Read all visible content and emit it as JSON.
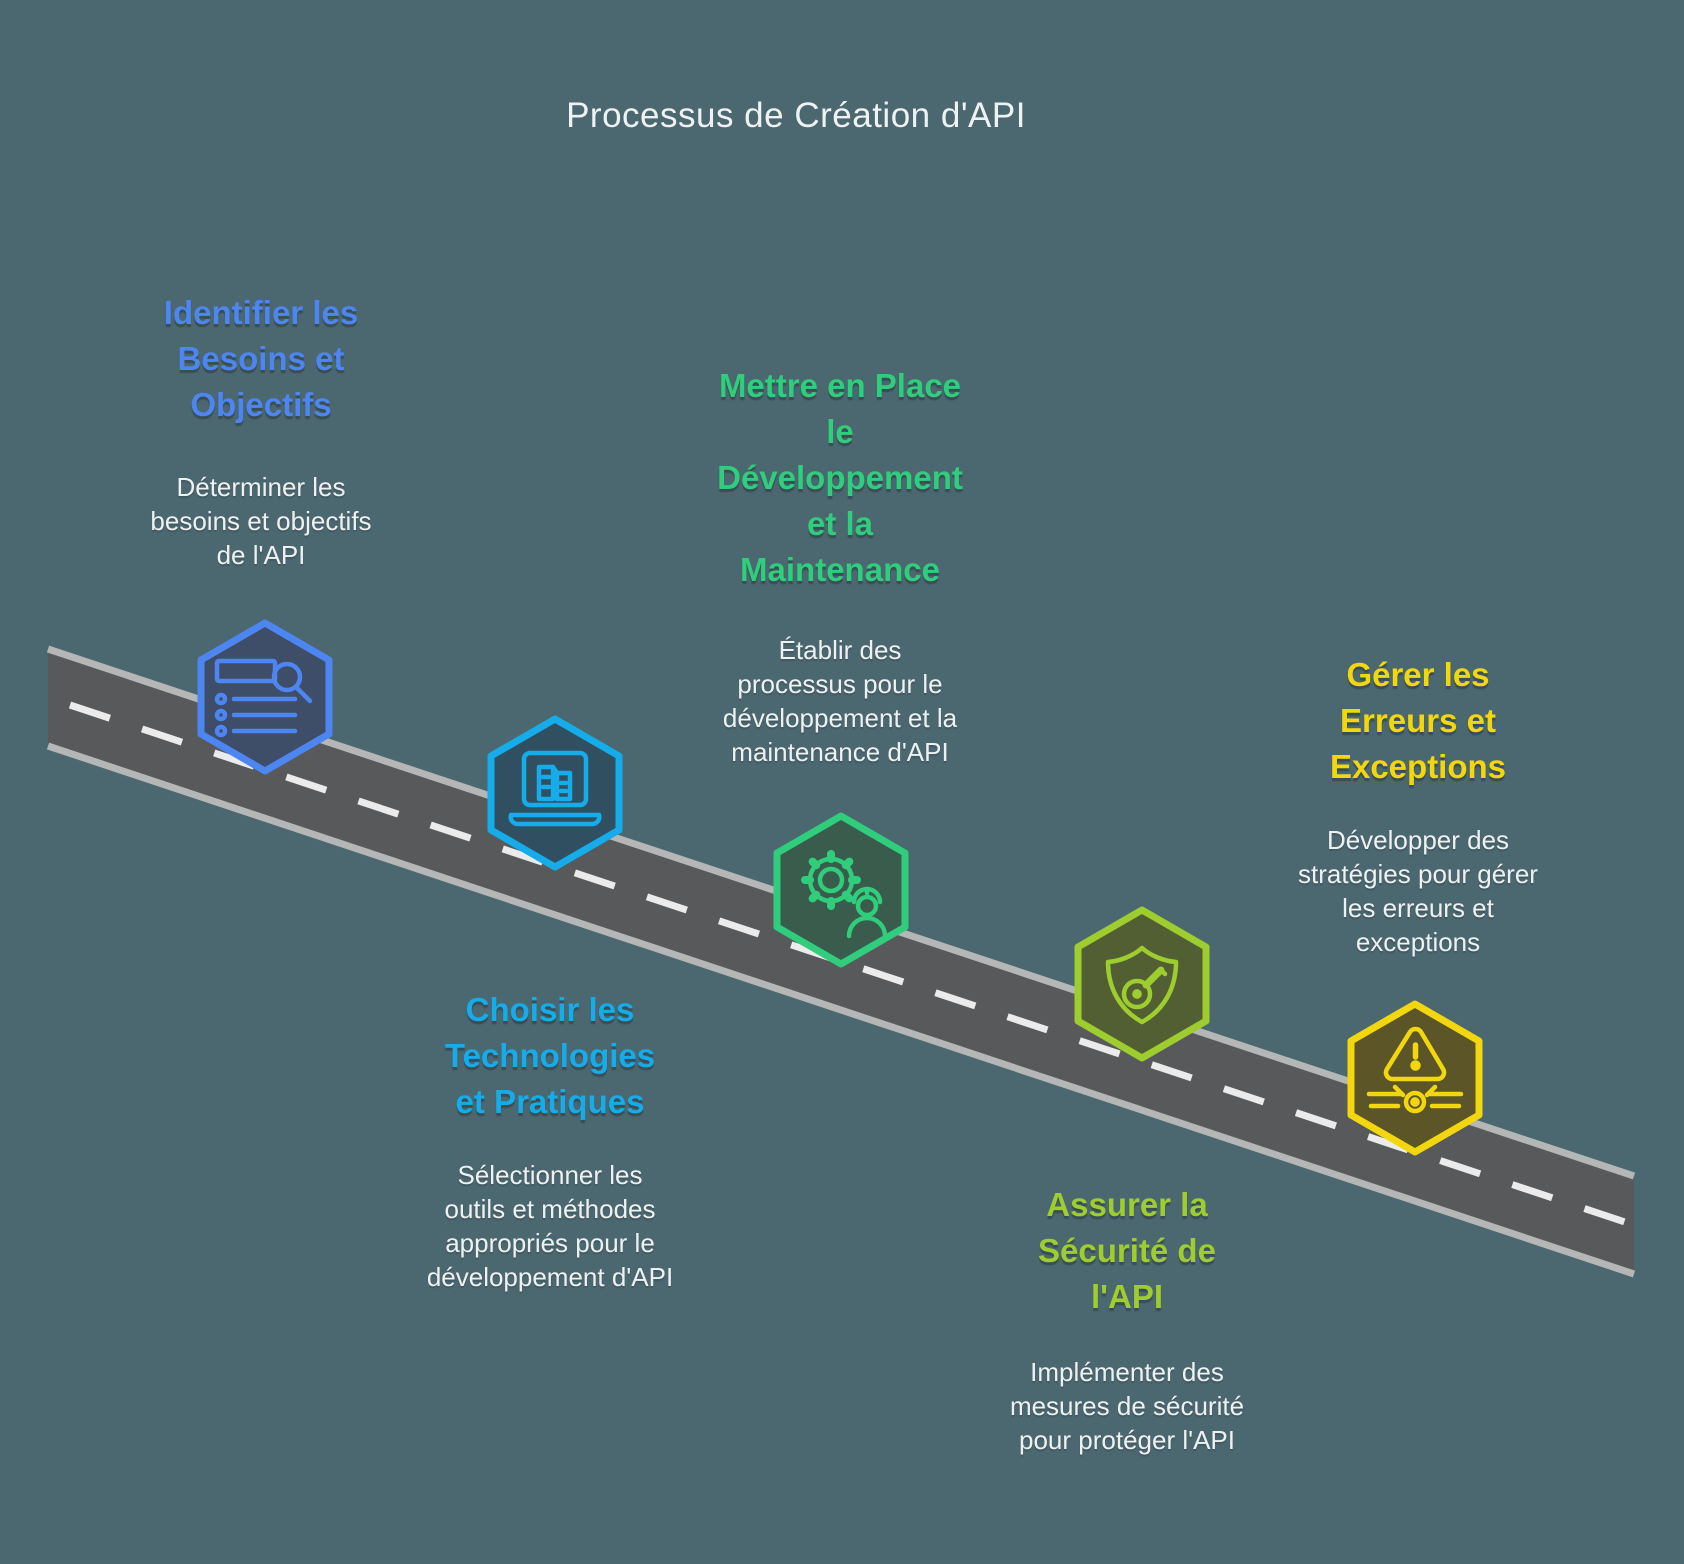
{
  "title": "Processus de Création d'API",
  "colors": {
    "background": "#4b6770",
    "road_fill": "#58595b",
    "road_edge": "#b5b6b6",
    "road_dash": "#ebebeb",
    "text_light": "#eef1f1",
    "step1_accent": "#4d86f0",
    "step2_accent": "#16abe9",
    "step3_accent": "#2fcd7c",
    "step4_accent": "#9ecd2f",
    "step5_accent": "#f3d70e"
  },
  "steps": [
    {
      "heading": "Identifier les\nBesoins et\nObjectifs",
      "description": "Déterminer les\nbesoins et objectifs\nde l'API",
      "color": "#4d86f0",
      "icon": "search-list-icon"
    },
    {
      "heading": "Choisir les\nTechnologies\net Pratiques",
      "description": "Sélectionner les\noutils et méthodes\nappropriés pour le\ndéveloppement d'API",
      "color": "#16abe9",
      "icon": "laptop-docs-icon"
    },
    {
      "heading": "Mettre en Place\nle\nDéveloppement\net la\nMaintenance",
      "description": "Établir des\nprocessus pour le\ndéveloppement et la\nmaintenance d'API",
      "color": "#2fcd7c",
      "icon": "gear-engineer-icon"
    },
    {
      "heading": "Assurer la\nSécurité de\nl'API",
      "description": "Implémenter des\nmesures de sécurité\npour protéger l'API",
      "color": "#9ecd2f",
      "icon": "shield-gauge-icon"
    },
    {
      "heading": "Gérer les\nErreurs et\nExceptions",
      "description": "Développer des\nstratégies pour gérer\nles erreurs et\nexceptions",
      "color": "#f3d70e",
      "icon": "warning-axle-icon"
    }
  ]
}
